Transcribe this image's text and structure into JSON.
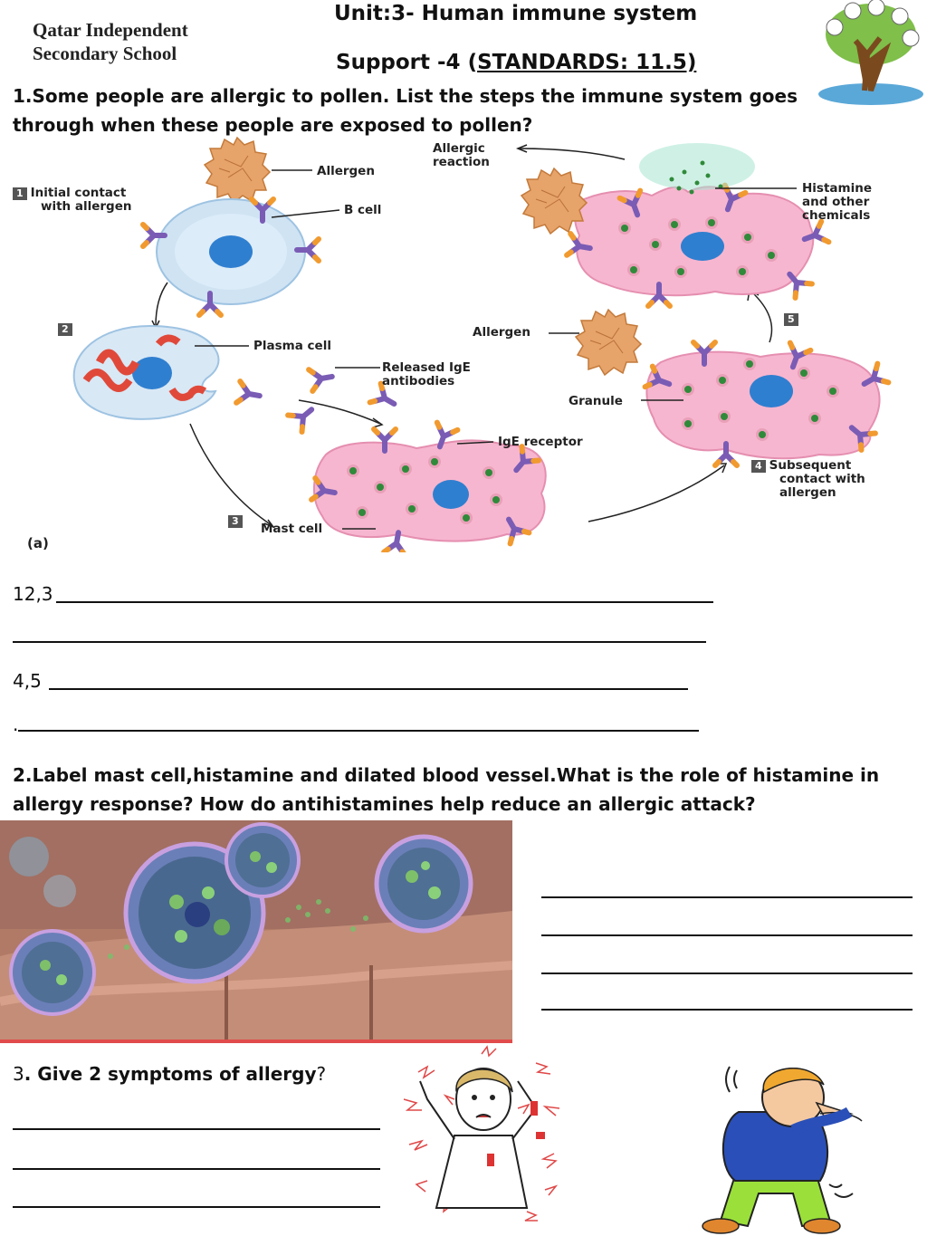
{
  "header": {
    "school_line1": "Qatar Independent",
    "school_line2": "Secondary School",
    "title": "Unit:3- Human immune system",
    "support_prefix": "Support -4 (",
    "support_standards": "STANDARDS: 11.5)"
  },
  "question1": {
    "text_line1": "1.Some people are allergic to pollen. List the steps the immune system goes",
    "text_line2": "through when these people are exposed to pollen?",
    "answer_prefixes": [
      "12,3",
      "",
      "4,5",
      "."
    ]
  },
  "diagram": {
    "labels": {
      "allergen_top": "Allergen",
      "step1_num": "1",
      "step1_text_a": "Initial contact",
      "step1_text_b": "with allergen",
      "b_cell": "B cell",
      "step2_num": "2",
      "plasma_cell": "Plasma cell",
      "released_a": "Released IgE",
      "released_b": "antibodies",
      "step3_num": "3",
      "mast_cell": "Mast cell",
      "ige_receptor": "IgE receptor",
      "fig": "(a)",
      "allergic_a": "Allergic",
      "allergic_b": "reaction",
      "histamine_a": "Histamine",
      "histamine_b": "and other",
      "histamine_c": "chemicals",
      "step5_num": "5",
      "allergen_mid": "Allergen",
      "granule": "Granule",
      "step4_num": "4",
      "step4_a": "Subsequent",
      "step4_b": "contact with",
      "step4_c": "allergen"
    }
  },
  "question2": {
    "text_line1": "2.Label mast cell,histamine and dilated blood vessel.What is the role of histamine in",
    "text_line2": "allergy  response? How do antihistamines help reduce an allergic attack?"
  },
  "question3": {
    "number": "3",
    "text_bold": ". Give 2 symptoms of allergy",
    "text_end": "?"
  },
  "colors": {
    "mast_cell": "#f7b6cf",
    "b_cell": "#cfe6f5",
    "nucleus": "#2f7fd0",
    "antibody": "#8a6bc0",
    "allergen": "#e8a86a"
  }
}
